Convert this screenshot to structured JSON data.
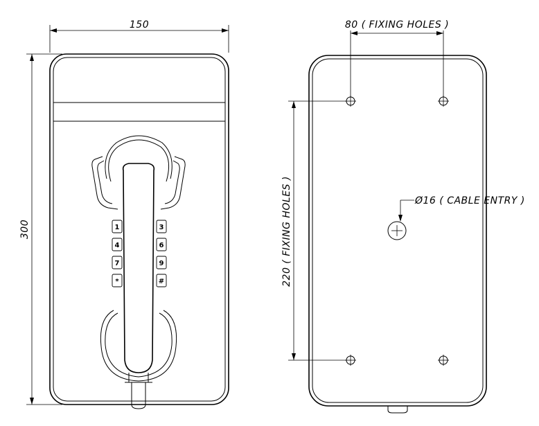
{
  "front_view": {
    "width_label": "150",
    "height_label": "300",
    "keypad": [
      {
        "left": "1",
        "right": "3"
      },
      {
        "left": "4",
        "right": "6"
      },
      {
        "left": "7",
        "right": "9"
      },
      {
        "left": "*",
        "right": "#"
      }
    ]
  },
  "rear_view": {
    "fixing_holes_horizontal_label": "80 ( FIXING HOLES )",
    "fixing_holes_vertical_label": "220 ( FIXING HOLES )",
    "cable_entry_label": "Ø16 ( CABLE ENTRY )"
  }
}
